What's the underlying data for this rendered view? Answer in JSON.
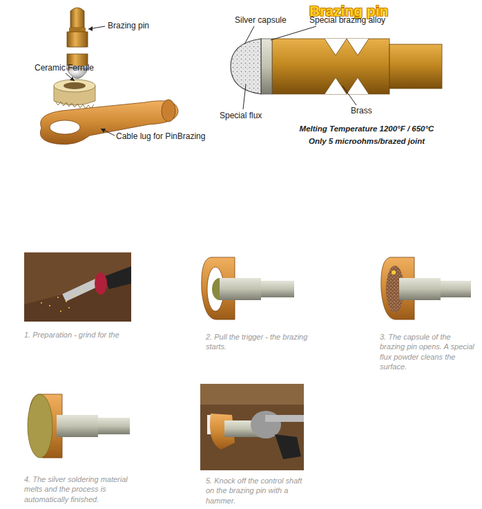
{
  "diagram": {
    "title": "Brazing pin",
    "labels": [
      "Brazing pin",
      "Ceramic Ferrule",
      "Cable lug for PinBrazing",
      "Silver capsule",
      "Special brazing alloy",
      "Special flux",
      "Brass",
      "Melting Temperature 1200°F / 650°C",
      "Only 5 microohms/brazed joint",
      "1. Preparation - grind for the",
      "2. Pull the trigger - the brazing starts.",
      "3. The capsule of the brazing pin opens. A special flux powder cleans the surface.",
      "4. The silver soldering material melts and the process is automatically finished.",
      "5. Knock off the control shaft on the brazing pin with a hammer."
    ]
  }
}
